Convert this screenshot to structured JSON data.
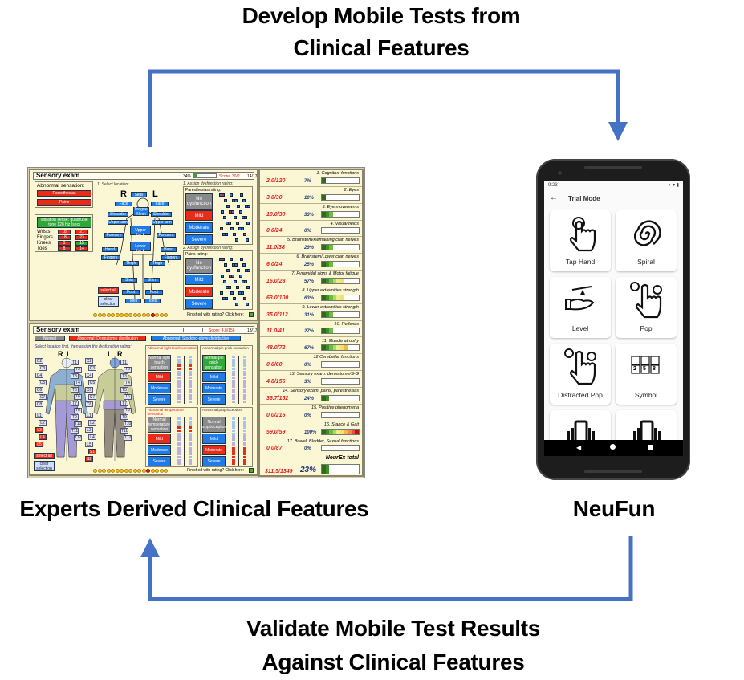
{
  "diagram": {
    "top_label": [
      "Develop Mobile Tests from",
      "Clinical Features"
    ],
    "left_label": "Experts Derived Clinical Features",
    "right_label": "NeuFun",
    "bottom_label": [
      "Validate Mobile Test Results",
      "Against Clinical Features"
    ],
    "arrow_color": "#4472C4"
  },
  "sensory_top": {
    "title": "Sensory exam",
    "percent": "34%",
    "score": "Score: 30/?",
    "page": "14/17",
    "abnormal_label": "Abnormal sensation:",
    "abnormal_buttons": [
      "Paresthesias",
      "Pains"
    ],
    "vibration_label": "Vibration sense: quadruple tone 128 Hz (sec)",
    "vibration_rows": [
      {
        "label": "Wrists",
        "r": "18",
        "l": "21"
      },
      {
        "label": "Fingers",
        "r": "18",
        "l": "23"
      },
      {
        "label": "Knees",
        "r": "3",
        "l": "15"
      },
      {
        "label": "Toes",
        "r": "8",
        "l": "14"
      }
    ],
    "select_location": "1. Select location:",
    "side_r": "R",
    "side_l": "L",
    "body_parts": [
      "Skull",
      "Face",
      "Face",
      "Tongue/ Neck",
      "Shoulder",
      "Shoulder",
      "Upper arm",
      "Upper arm",
      "Thorax/ Upper back",
      "Forearm",
      "Forearm",
      "Abdomen/ Lower back",
      "Hand",
      "Hand",
      "Fingers",
      "Fingers",
      "Thigh",
      "Thigh",
      "Shin",
      "Shin",
      "Foot",
      "Foot",
      "Toes",
      "Toes"
    ],
    "select_all": "select all",
    "clear_selection": "clear selection",
    "rating1": {
      "heading": "1. Assign dysfunction rating:",
      "label": "Paresthesias rating:",
      "options": [
        "No dysfunction",
        "Mild",
        "Moderate",
        "Severe"
      ],
      "selected": "Mild"
    },
    "rating2": {
      "heading": "2. Assign dysfunction rating:",
      "label": "Pains rating:",
      "options": [
        "No dysfunction",
        "Mild",
        "Moderate",
        "Severe"
      ],
      "selected": "Moderate"
    },
    "finished": "Finished with rating? Click here:"
  },
  "sensory_bottom": {
    "title": "Sensory exam",
    "score": "Score: 4.8/156",
    "page": "13/17",
    "tabs": [
      "Normal",
      "Abnormal: Dermatome distribution",
      "Abnormal: Stocking-glove distribution"
    ],
    "instruction": "Select location first, then assign the dysfunction rating:",
    "front_sides": [
      "R",
      "L"
    ],
    "back_sides": [
      "L",
      "R"
    ],
    "dermatomes_front": [
      "C2",
      "C3",
      "C4",
      "C5",
      "C6",
      "C7",
      "C8",
      "T1",
      "T2",
      "T3",
      "T4",
      "T5",
      "T6",
      "T7",
      "T8",
      "T9",
      "T10",
      "T11",
      "T12",
      "L1",
      "L2",
      "L3",
      "L4",
      "L5"
    ],
    "dermatomes_back": [
      "C2",
      "C3",
      "C4",
      "C5",
      "C6",
      "C7",
      "C8",
      "T1",
      "T2",
      "T3",
      "T4",
      "T5",
      "T6",
      "T7",
      "T8",
      "T9",
      "T10",
      "T11",
      "T12",
      "L1",
      "L2",
      "L3",
      "L4",
      "L5",
      "S1",
      "S2"
    ],
    "select_all": "select all",
    "clear_selection": "clear selection",
    "boxes": [
      {
        "title": "Abnormal light touch sensation",
        "options": [
          "Normal light touch sensation",
          "Mild",
          "Moderate",
          "Severe"
        ],
        "selected": 1
      },
      {
        "title": "Abnormal pin prick sensation",
        "options": [
          "Normal pin prick sensation",
          "Mild",
          "Moderate",
          "Severe"
        ],
        "selected": 0
      },
      {
        "title": "Abnormal temperature sensation",
        "options": [
          "Normal temperature sensation",
          "Mild",
          "Moderate",
          "Severe"
        ],
        "selected": 1
      },
      {
        "title": "Abnormal proprioception",
        "options": [
          "Normal proprioception",
          "Mild",
          "Moderate",
          "Severe"
        ],
        "selected": 2
      }
    ],
    "finished": "Finished with rating? Click here:"
  },
  "scores": {
    "rows": [
      {
        "title": "1. Cognitive functions",
        "score": "2.0/120",
        "percent": 7
      },
      {
        "title": "2. Eyes",
        "score": "3.0/30",
        "percent": 10
      },
      {
        "title": "3. Eye movements",
        "score": "10.0/30",
        "percent": 33
      },
      {
        "title": "4. Visual fields",
        "score": "0.0/24",
        "percent": 0
      },
      {
        "title": "5. Brainstem/Remaining cran nerves",
        "score": "11.0/38",
        "percent": 29
      },
      {
        "title": "6. Brainstem/Lower cran nerves",
        "score": "6.0/24",
        "percent": 25
      },
      {
        "title": "7. Pyramidal signs & Motor fatigue",
        "score": "16.0/28",
        "percent": 57
      },
      {
        "title": "8. Upper extremities strength",
        "score": "63.0/100",
        "percent": 63
      },
      {
        "title": "9. Lower extremities strength",
        "score": "35.0/112",
        "percent": 31
      },
      {
        "title": "10. Reflexes",
        "score": "11.0/41",
        "percent": 27
      },
      {
        "title": "11. Muscle atrophy",
        "score": "48.0/72",
        "percent": 67
      },
      {
        "title": "12 Cerebellar functions",
        "score": "0.0/60",
        "percent": 0
      },
      {
        "title": "13. Sensory exam: dermatome/S-G",
        "score": "4.8/156",
        "percent": 3
      },
      {
        "title": "14. Sensory exam: pains, paresthesias",
        "score": "36.7/152",
        "percent": 24
      },
      {
        "title": "15. Positive phenomena",
        "score": "0.0/216",
        "percent": 0
      },
      {
        "title": "16. Stance & Gait",
        "score": "59.0/59",
        "percent": 100
      },
      {
        "title": "17. Bowel, Bladder, Sexual functions",
        "score": "0.0/87",
        "percent": 0
      }
    ],
    "total": {
      "title": "NeurEx total",
      "score": "311.5/1349",
      "percent": 23
    },
    "bar_colors": [
      "#2e6b1e",
      "#3f8f25",
      "#6cbf3a",
      "#a8dc6a",
      "#e8f08a",
      "#f7e16a",
      "#f5b642",
      "#f08a55",
      "#e8503a",
      "#c01010"
    ]
  },
  "phone": {
    "time": "9:23",
    "header": "Trial Mode",
    "back_icon": "arrow-left-icon",
    "tests": [
      {
        "label": "Tap Hand",
        "icon": "tap-hand-icon"
      },
      {
        "label": "Spiral",
        "icon": "spiral-icon"
      },
      {
        "label": "Level",
        "icon": "level-hand-icon"
      },
      {
        "label": "Pop",
        "icon": "pop-hand-icon"
      },
      {
        "label": "Distracted Pop",
        "icon": "distracted-pop-icon"
      },
      {
        "label": "Symbol",
        "icon": "symbol-icon"
      },
      {
        "label": "",
        "icon": "phone-bars-icon"
      },
      {
        "label": "",
        "icon": "phone-bars-icon"
      }
    ],
    "symbol_digits": [
      "2",
      "5",
      "8"
    ]
  }
}
